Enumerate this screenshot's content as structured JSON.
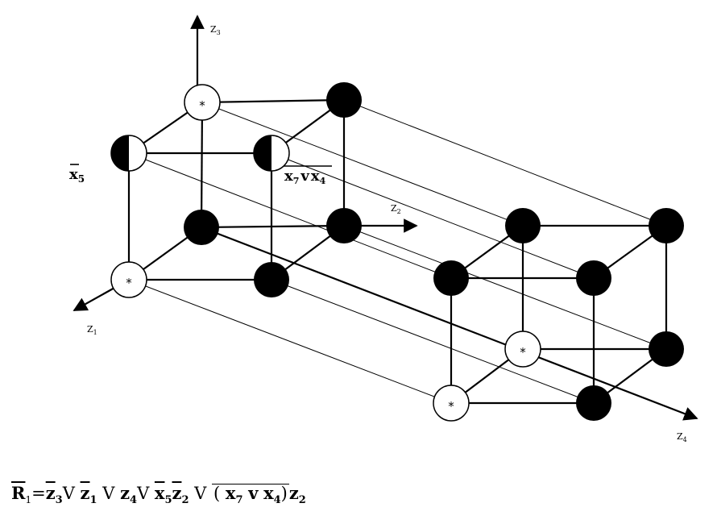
{
  "axes": {
    "z1": "Z",
    "z1_sub": "1",
    "z2": "Z",
    "z2_sub": "2",
    "z3": "Z",
    "z3_sub": "3",
    "z4": "Z",
    "z4_sub": "4"
  },
  "star_mark": "*",
  "labels": {
    "x5": "x",
    "x5_sub": "5",
    "x7": "x",
    "x7_sub": "7",
    "v": "v",
    "x4": "x",
    "x4_sub": "4"
  },
  "formula": {
    "r": "R",
    "r_sub": "1",
    "eq": "=",
    "z3": "z",
    "z3_sub": "3",
    "or1": "V",
    "z1": "z",
    "z1_sub": "1",
    "or2": "V",
    "z4": "z",
    "z4_sub": "4",
    "or3": "V",
    "x5": "x",
    "x5_sub": "5",
    "z2a": "z",
    "z2a_sub": "2",
    "or4": "V",
    "lp": "(",
    "x7": "x",
    "x7_sub": "7",
    "vv": "v",
    "x4": "x",
    "x4_sub": "4",
    "rp": ")",
    "z2b": "z",
    "z2b_sub": "2"
  },
  "colors": {
    "filled_node": "#000000",
    "empty_node": "#ffffff",
    "line": "#000000"
  }
}
